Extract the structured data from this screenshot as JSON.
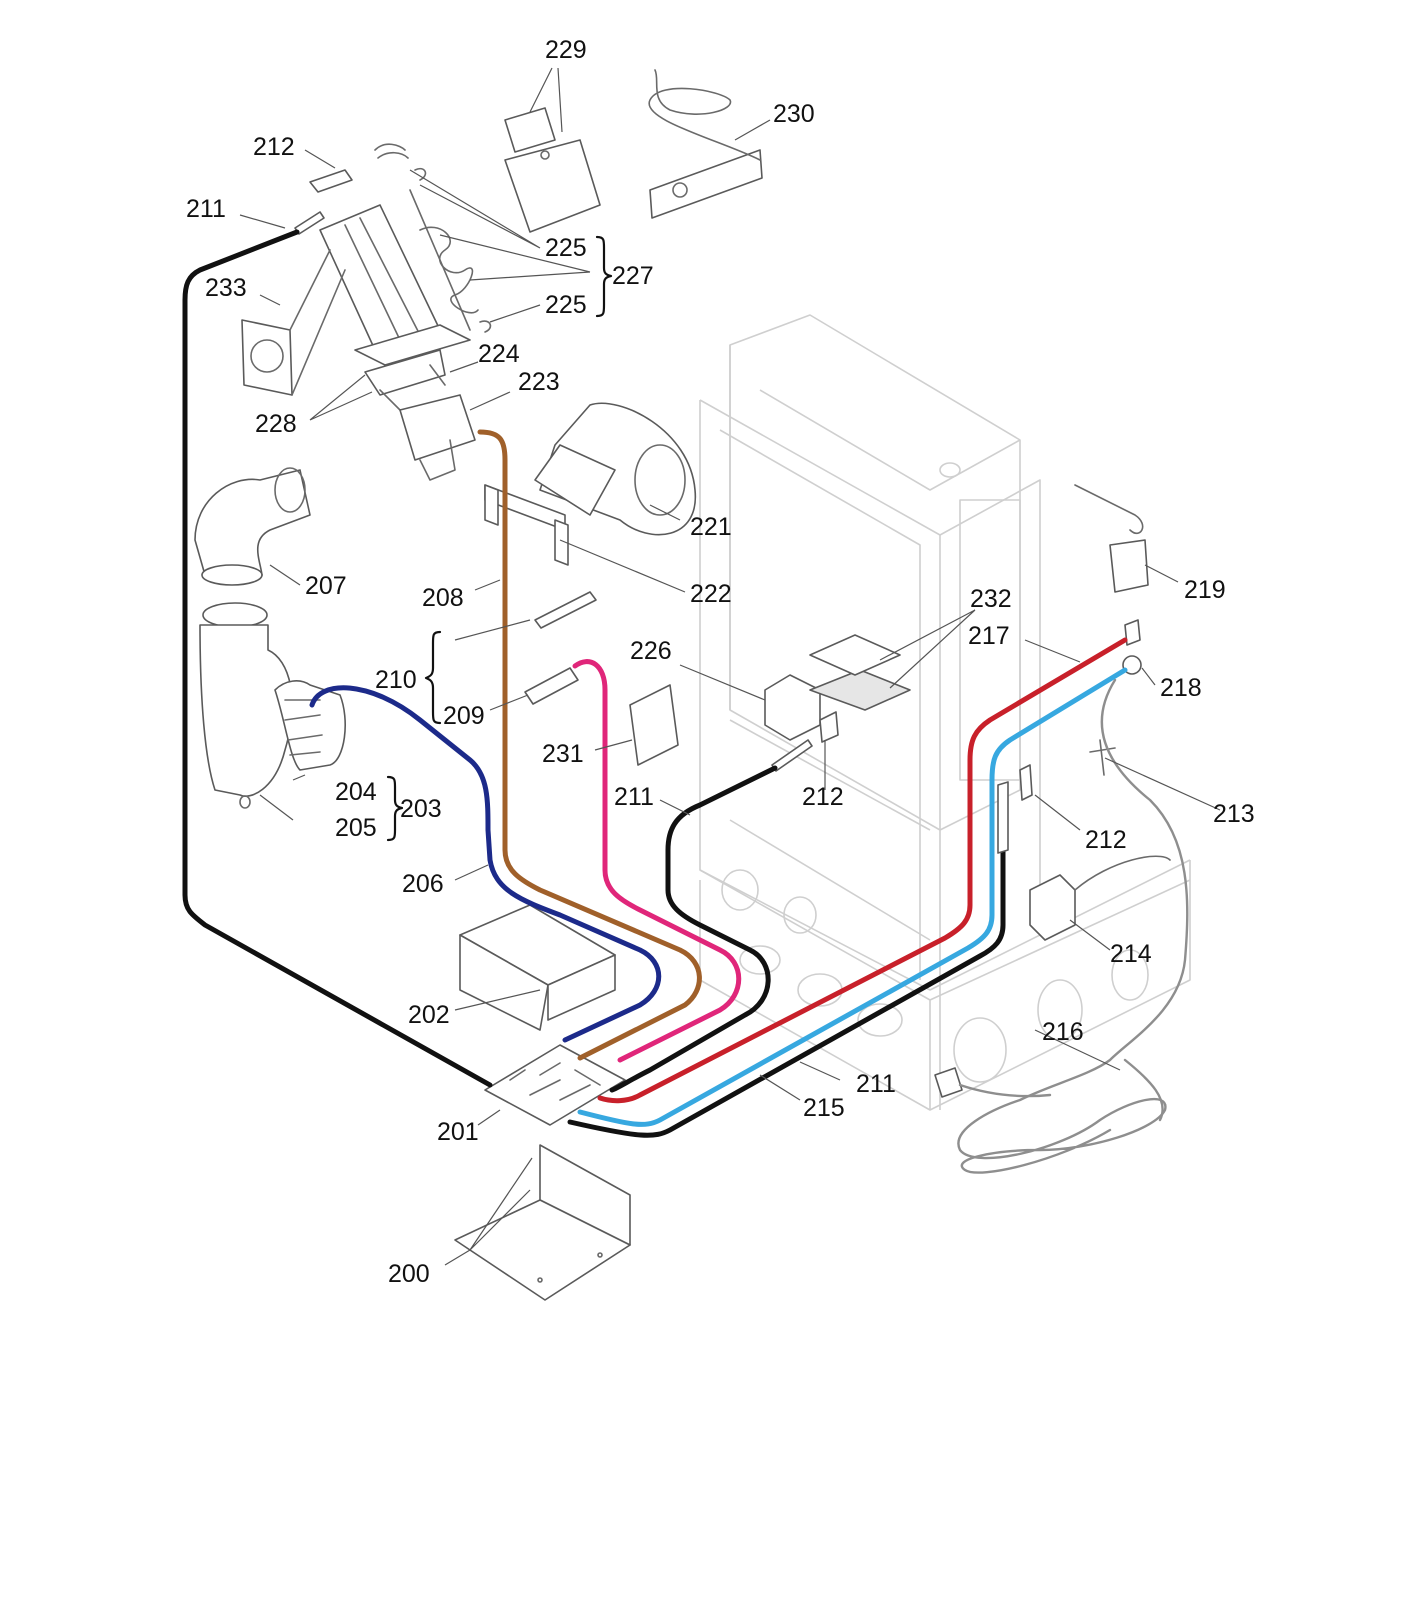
{
  "colors": {
    "cable_black": "#111111",
    "cable_brown": "#a0602a",
    "cable_blue": "#1c2a8a",
    "cable_pink": "#e0267a",
    "cable_red": "#c8202a",
    "cable_light_blue": "#37a8e0",
    "cable_grey": "#8e8e8e",
    "housing": "#cfcfcf",
    "part_outline": "#6a6a6a"
  },
  "labels": {
    "l200": "200",
    "l201": "201",
    "l202": "202",
    "l203": "203",
    "l204": "204",
    "l205": "205",
    "l206": "206",
    "l207": "207",
    "l208": "208",
    "l209": "209",
    "l210": "210",
    "l211_a": "211",
    "l211_b": "211",
    "l211_c": "211",
    "l212_a": "212",
    "l212_b": "212",
    "l212_c": "212",
    "l213": "213",
    "l214": "214",
    "l215": "215",
    "l216": "216",
    "l217": "217",
    "l218": "218",
    "l219": "219",
    "l221": "221",
    "l222": "222",
    "l223": "223",
    "l224": "224",
    "l225_a": "225",
    "l225_b": "225",
    "l226": "226",
    "l227": "227",
    "l228": "228",
    "l229": "229",
    "l230": "230",
    "l231": "231",
    "l232": "232",
    "l233": "233"
  }
}
